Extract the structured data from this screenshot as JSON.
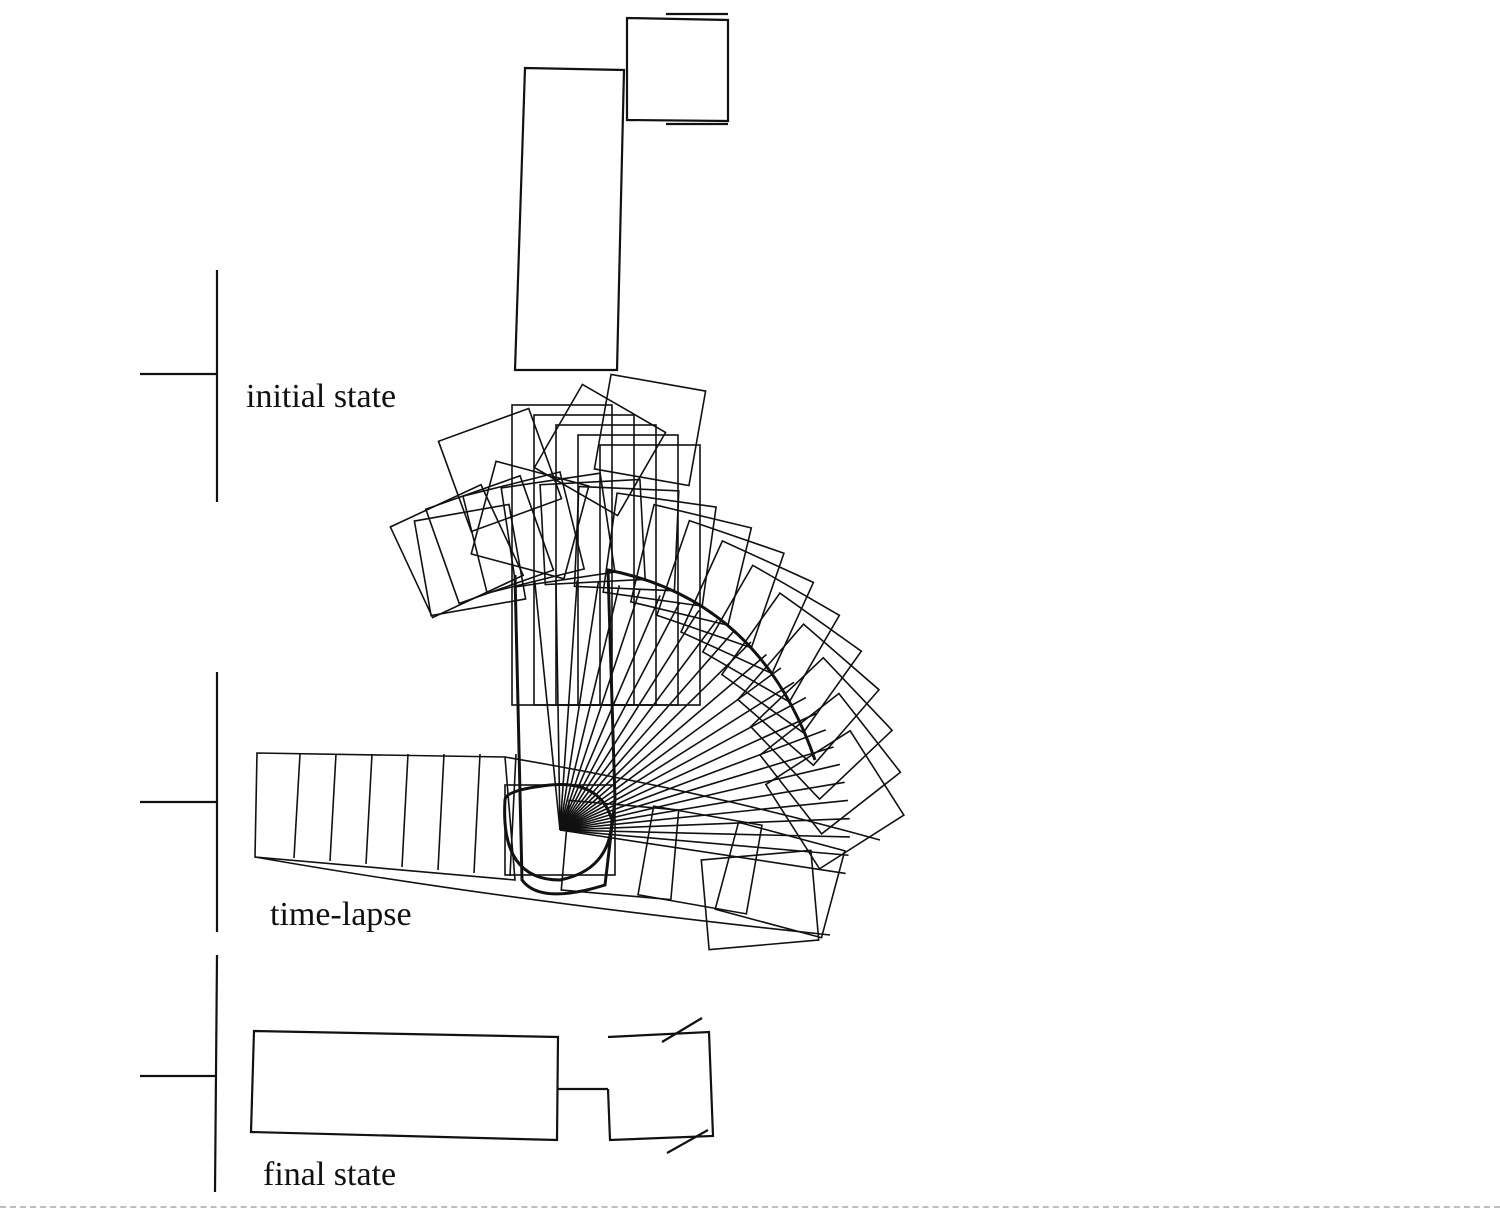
{
  "labels": {
    "initial": "initial state",
    "timelapse": "time-lapse",
    "final": "final state"
  },
  "colors": {
    "ink": "#111111",
    "background": "#ffffff"
  }
}
